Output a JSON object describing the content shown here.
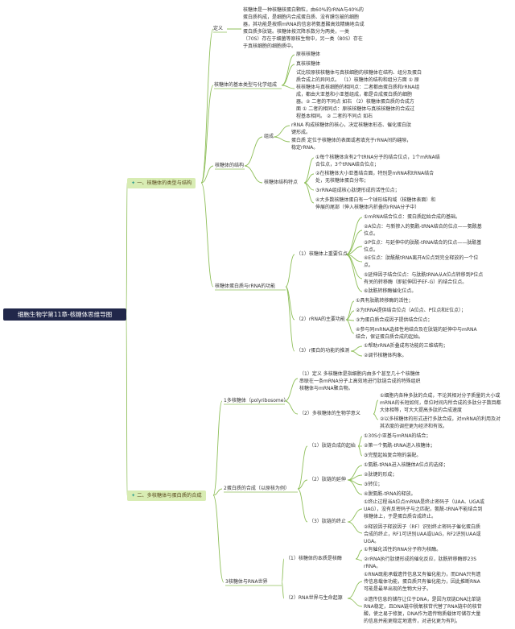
{
  "root": "细胞生物学第11章-核糖体思维导图",
  "b1": {
    "icon": "✦",
    "label": "一、核糖体的类型与结构",
    "def_label": "定义",
    "def_text": "核糖体是一种核糖核蛋白颗粒，由60%的rRNA与40%的\n蛋白质构成，是细胞内合成蛋白质、没有膜包被的细胞\n器，其功能是按照mRNA的信息将氨基酸高效精确地合成\n蛋白质多肽链。核糖体按沉降系数分为两类，一类\n（70S）存在于细菌等原核生物中，另一类（80S）存在\n于真核细胞的细胞质中。",
    "types_label": "核糖体的基本类型与化学组成",
    "types_items": [
      "原核核糖体",
      "真核核糖体",
      "试比较原核核糖体与真核细胞的核糖体在结构、组分及蛋白\n质合成上的异同点。 （1）核糖体的结构和组分方面 ① 原\n核核糖体与真核细胞的相同点：二者都由蛋白质和rRNA组\n成，都由大亚基和小亚基组成，都是合成蛋白质的细胞\n器。② 二者的不同点 如右 （2）核糖体蛋白质的合成方\n面 ① 二者的相同点：原核核糖体与真核核糖体的合成过\n程基本相同。 ② 二者的不同点 如右"
    ],
    "struct_label": "核糖体的结构",
    "comp_label": "组成",
    "comp_items": [
      "rRNA 构成核糖体的核心，决定核糖体形态、催化蛋白肽\n键形成。",
      "蛋白质 定位于核糖体的表面或者填充于rRNA间的缝隙，\n稳定rRNA。"
    ],
    "feat_label": "核糖体结构特点",
    "feat_items": [
      "①每个核糖体含有2个tRNA分子的结合位点，1个mRNA结\n合位点，3个tRNA结合位点；",
      "②在核糖体大小亚基结合面，特别是mRNA和tRNA结合\n处，无核糖体蛋白分布；",
      "③rRNA组成核心肽键形成的活性位点；",
      "④大多数核糖体蛋白有一个球形结构域（核糖体表面）和\n伸展的尾部（伸入核糖体内折叠的rRNA分子中）"
    ],
    "func_label": "核糖体蛋白质与rRNA的功能",
    "sites_label": "（1）核糖体上重要位点",
    "sites_items": [
      "①mRNA结合位点：蛋白质起始合成的基础。",
      "②A位点：与新掺入的氨酰-tRNA结合的位点——氨酰基\n位点。",
      "③P位点：与延伸中的肽酰-tRNA结合的位点——肽酰基\n位点。",
      "④E位点：肽酰酰tRNA离开A位点到完全释放的一个位\n点。",
      "⑤延伸因子结合位点：与肽酰tRNA从A位点转移到P位点\n有关的转移酶（即延伸因子EF-G）的结合位点。",
      "⑥肽酰转移酶催化位点。"
    ],
    "rrna_label": "（2）rRNA的主要功能",
    "rrna_items": [
      "①具有肽酰转移酶的活性；",
      "②为tRNA提供结合位点（A位点、P位点和E位点）；",
      "③为蛋白质合成因子提供结合位点；",
      "④参与同mRNA选择性地结合及在肽链的延伸中与mRNA\n结合，保证蛋白质合成的起始。"
    ],
    "rp_label": "（3）r蛋白的功能的推测",
    "rp_items": [
      "①帮助rRNA折叠成有功能的三维结构；",
      "②调节核糖体构象。"
    ]
  },
  "b2": {
    "icon": "✦",
    "label": "二、多核糖体与蛋白质的合成",
    "poly_label": "1多核糖体（polyribosome）",
    "poly_items": [
      "（1）定义 多核糖体是指细胞内由多个甚至几十个核糖体\n串联在一条mRNA分子上高效地进行肽链合成的特殊组织\n核糖体与mRNA聚合物。"
    ],
    "poly_meaning_label": "（2）多核糖体的生物学意义",
    "poly_meaning_items": [
      "①细胞内各种多肽的合成，不论其相对分子质量的大小或\nmRNA的长短如何，单位时间内所合成的多肽分子数目都\n大体相等，可大大提高多肽的合成速度",
      "②以多核糖体的形式进行多肽合成，对mRNA的利用及对\n其浓度的调控更为经济和有效。"
    ],
    "synth_label": "2蛋白质的合成（以原核为例）",
    "init_label": "（1）肽链合成的起始",
    "init_items": [
      "①30S小亚基与mRNA的结合；",
      "②第一个氨酰-tRNA进入核糖体；",
      "③完整起始复合物的装配。"
    ],
    "elong_label": "（2）肽链的延伸",
    "elong_items": [
      "①氨酰-tRNA进入核糖体A位点的选择；",
      "②肽键的形成；",
      "③转位；",
      "④脱氨酰-tRNA的释放。"
    ],
    "term_label": "（3）肽链的终止",
    "term_items": [
      "①终止过程当A位点mRNA是终止密码子（UAA、UGA或\nUAG），没有反密码子与之匹配，氨酰-tRNA不能结合到\n核糖体上，于是蛋白质合成终止。",
      "②释放因子释放因子（RF）识别终止密码子催化蛋白质\n合成的终止，RF1可识别UAA或UAG，RF2识别UAA或\nUGA。"
    ],
    "world_label": "3核糖体与RNA世界",
    "ribozyme_label": "（1）核糖体的本质是核酶",
    "ribozyme_items": [
      "①有催化活性的RNA分子称为核酶。",
      "②rRNA执行肽键形成的催化反应，肽酰转移酶即23S\nrRNA。"
    ],
    "life_label": "（2）RNA世界与生命起源",
    "life_items": [
      "①RNA既能承载遗传信息又有催化能力，而DNA只有遗\n传信息载体功能，蛋白质只有催化能力，因此推断RNA\n可能是最早出现的生物大分子。",
      "②遗传信息的储存让位于DNA，是因为双链DNA比单链\nRNA稳定，且DNA链中脱氧核苷代替了RNA链中的核苷\n酸，使之易于修复，DNA作为遗传物质载体可储存大量\n的信息并能更稳定地遗传，对进化更为有利。"
    ]
  },
  "colors": {
    "root_bg": "#21274a",
    "branch_bg": "#d8ecb3",
    "line": "#8fbf5a"
  }
}
